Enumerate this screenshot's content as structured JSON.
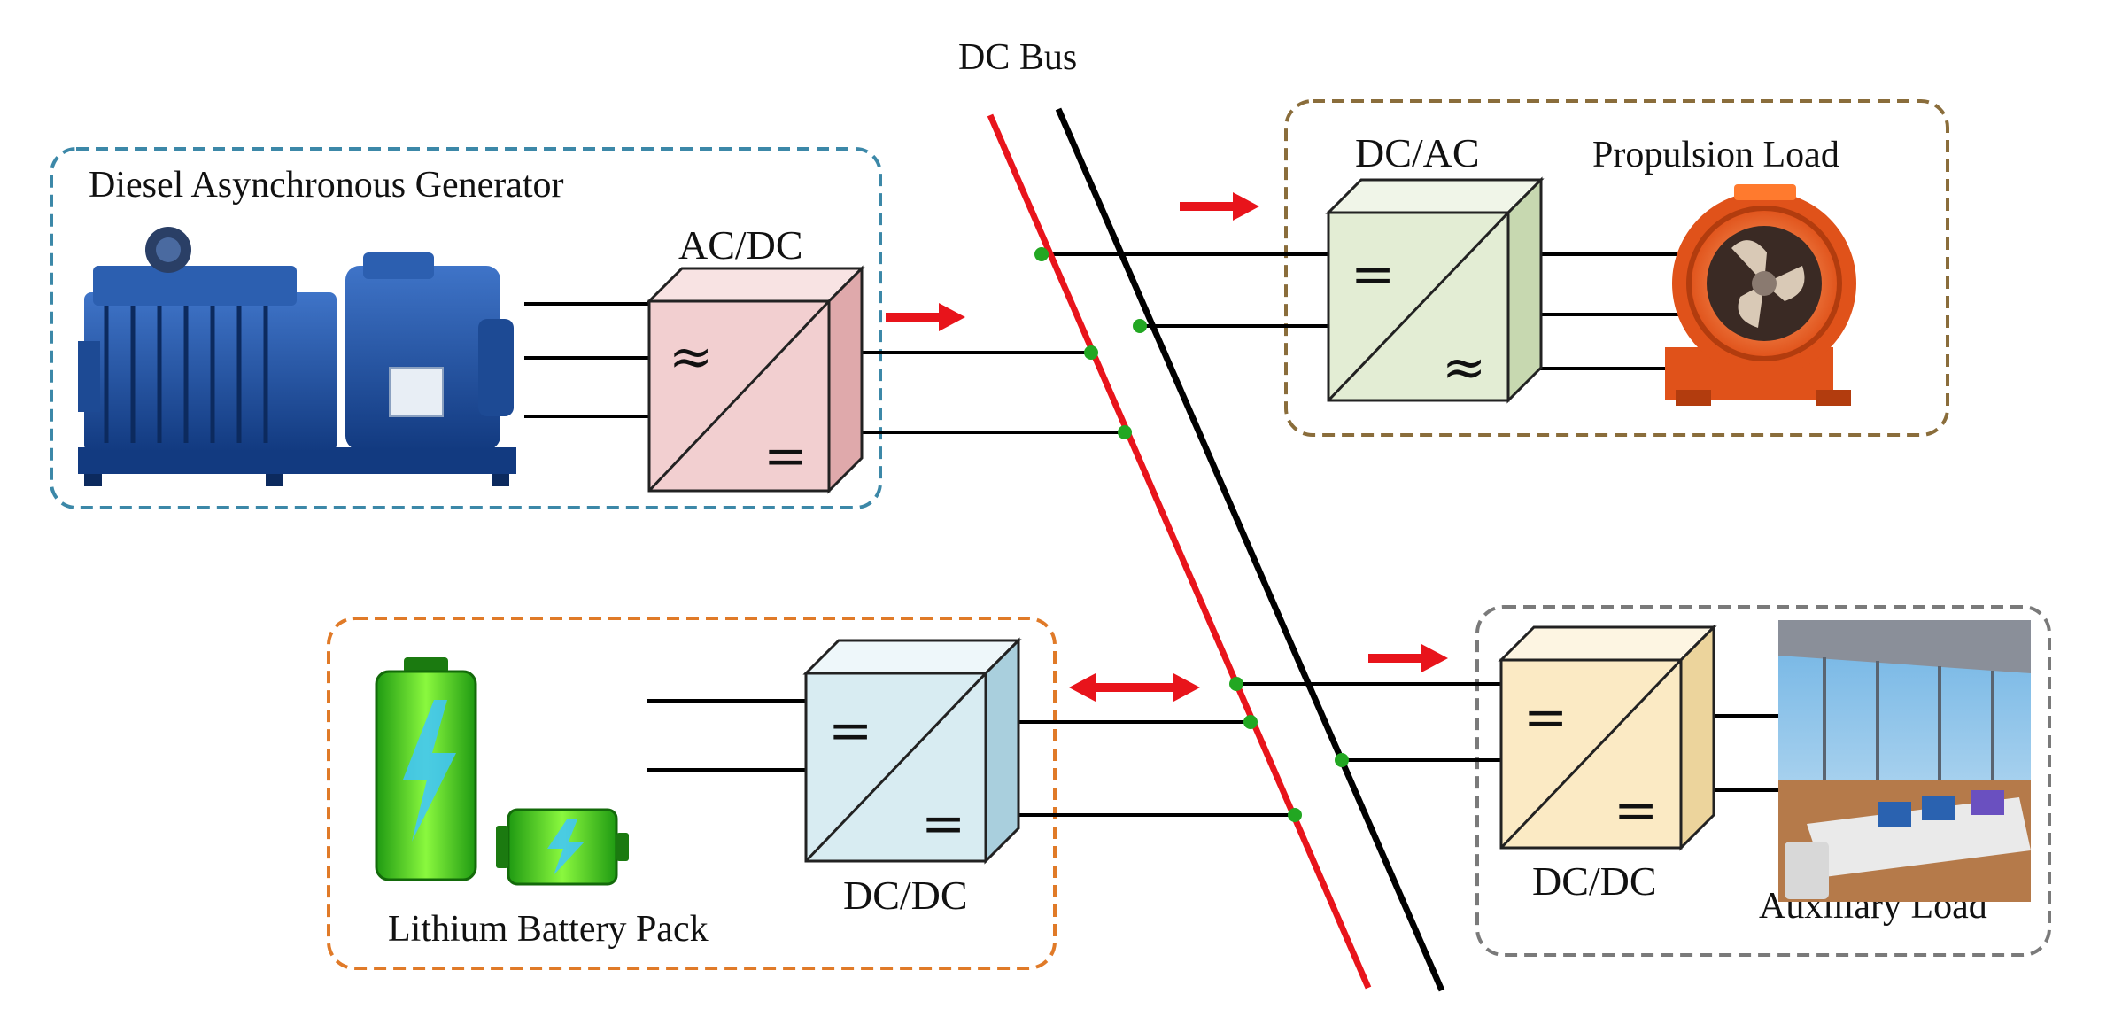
{
  "bus": {
    "label": "DC Bus",
    "positive_color": "#e8141b",
    "negative_color": "#000000",
    "junction_color": "#22a722"
  },
  "flow_arrow_color": "#e8141b",
  "generator_group": {
    "label": "Diesel Asynchronous Generator",
    "border_color": "#3c88a8",
    "converter": {
      "label": "AC/DC",
      "input_symbol": "≈",
      "output_symbol": "=",
      "face_color": "#f2cfd0"
    }
  },
  "propulsion_group": {
    "label": "Propulsion Load",
    "border_color": "#8a6d3b",
    "converter": {
      "label": "DC/AC",
      "input_symbol": "=",
      "output_symbol": "≈",
      "face_color": "#e3edd4"
    }
  },
  "battery_group": {
    "label": "Lithium Battery Pack",
    "border_color": "#e07a28",
    "converter": {
      "label": "DC/DC",
      "input_symbol": "=",
      "output_symbol": "=",
      "face_color": "#d8ecf2"
    }
  },
  "auxiliary_group": {
    "label": "Auxiliary Load",
    "border_color": "#7a7a7a",
    "converter": {
      "label": "DC/DC",
      "input_symbol": "=",
      "output_symbol": "=",
      "face_color": "#fbeac4"
    }
  }
}
